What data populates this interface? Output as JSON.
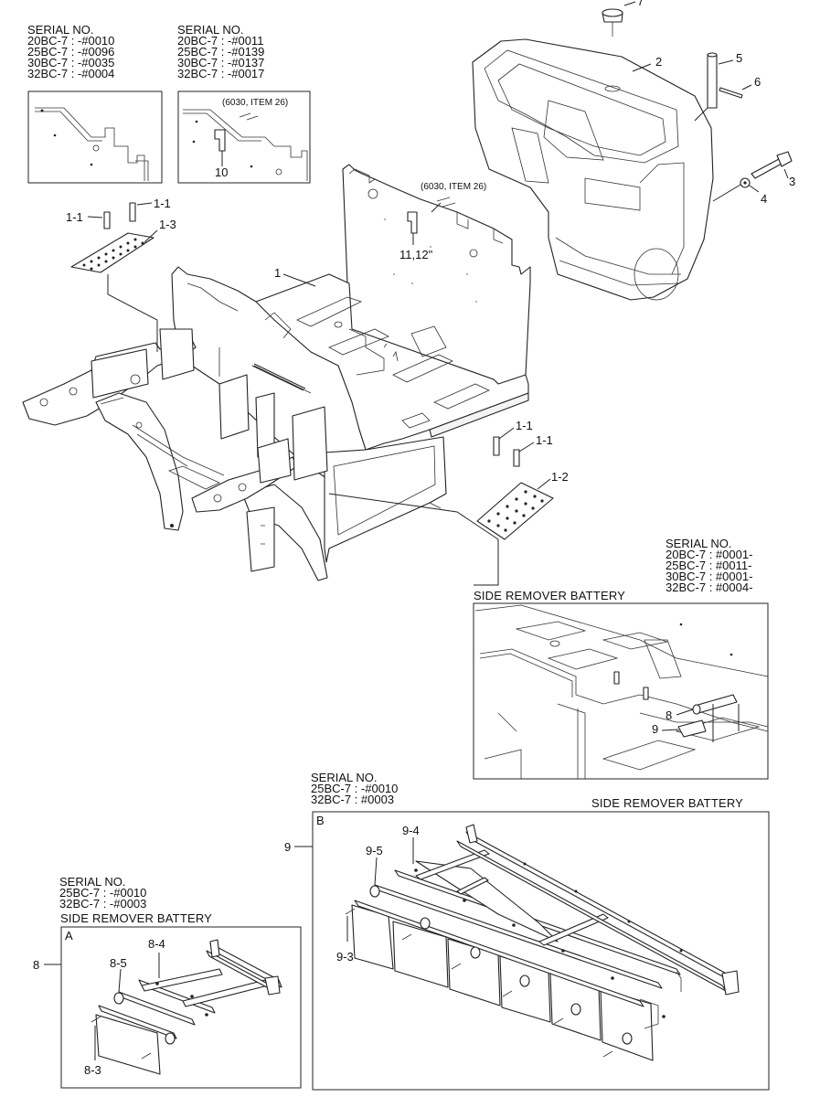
{
  "serial_blocks": {
    "top_left": [
      "SERIAL NO.",
      "20BC-7 : -#0010",
      "25BC-7 : -#0096",
      "30BC-7 : -#0035",
      "32BC-7 : -#0004"
    ],
    "top_mid": [
      "SERIAL NO.",
      "20BC-7 : -#0011",
      "25BC-7 : -#0139",
      "30BC-7 : -#0137",
      "32BC-7 : -#0017"
    ],
    "right": [
      "SERIAL NO.",
      "20BC-7 : #0001-",
      "25BC-7 : #0011-",
      "30BC-7 : #0001-",
      "32BC-7 : #0004-"
    ],
    "box_b": [
      "SERIAL NO.",
      "25BC-7 : -#0010",
      "32BC-7 : #0003"
    ],
    "box_a": [
      "SERIAL NO.",
      "25BC-7 : -#0010",
      "32BC-7 : -#0003"
    ]
  },
  "section_titles": {
    "side_remover_right": "SIDE REMOVER BATTERY",
    "side_remover_b": "SIDE REMOVER BATTERY",
    "side_remover_a": "SIDE REMOVER BATTERY"
  },
  "references": {
    "ref_inset": "(6030, ITEM 26)",
    "ref_main": "(6030, ITEM 26)"
  },
  "callouts": {
    "p1": "1",
    "p1_1_a": "1-1",
    "p1_1_b": "1-1",
    "p1_1_c": "1-1",
    "p1_1_d": "1-1",
    "p1_2": "1-2",
    "p1_3": "1-3",
    "p2": "2",
    "p3": "3",
    "p4": "4",
    "p5": "5",
    "p6": "6",
    "p7": "7",
    "p8": "8",
    "p8_detail": "8",
    "p9": "9",
    "p9_detail": "9",
    "p10": "10",
    "p11_12": "11,12\"",
    "p8_3": "8-3",
    "p8_4": "8-4",
    "p8_5": "8-5",
    "p9_3": "9-3",
    "p9_4": "9-4",
    "p9_5": "9-5"
  },
  "box_letters": {
    "a": "A",
    "b": "B"
  }
}
